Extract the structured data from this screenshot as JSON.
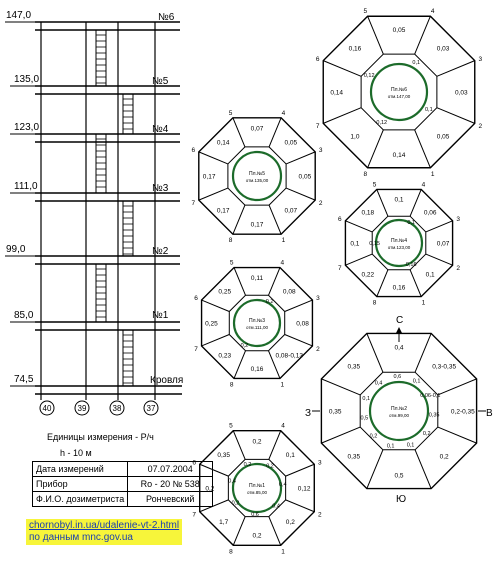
{
  "elevation": {
    "levels": [
      {
        "mark": "147,0",
        "label": "№6"
      },
      {
        "mark": "135,0",
        "label": "№5"
      },
      {
        "mark": "123,0",
        "label": "№4"
      },
      {
        "mark": "111,0",
        "label": "№3"
      },
      {
        "mark": "99,0",
        "label": "№2"
      },
      {
        "mark": "85,0",
        "label": "№1"
      }
    ],
    "roof_mark": "74,5",
    "roof_label": "Кровля",
    "axes": [
      "40",
      "39",
      "38",
      "37"
    ]
  },
  "legend": {
    "units": "Единицы измерения - Р/ч",
    "height": "h - 10 м"
  },
  "meta": {
    "date_label": "Дата измерений",
    "date_value": "07.07.2004",
    "device_label": "Прибор",
    "device_value": "Ro - 20 № 538",
    "person_label": "Ф.И.О. дозиметриста",
    "person_value": "Рончевский"
  },
  "source": {
    "url": "chornobyl.in.ua/udalenie-vt-2.html",
    "note": "по данным mnc.gov.ua"
  },
  "compass": {
    "north": "С",
    "south": "Ю",
    "west": "З",
    "east": "В"
  },
  "plans": [
    {
      "title": "Пл.№6",
      "elev": "отм.147,00",
      "segments": [
        "0,05",
        "0,03",
        "0,03",
        "0,05",
        "0,14",
        "1,0",
        "0,14",
        "0,16"
      ],
      "inner": [
        "0,1",
        "0,1",
        "0,12",
        "0,12"
      ],
      "corners": [
        "5",
        "4",
        "3",
        "2",
        "1",
        "8",
        "7",
        "6"
      ]
    },
    {
      "title": "Пл.№5",
      "elev": "отм.135,00",
      "segments": [
        "0,07",
        "0,05",
        "0,05",
        "0,07",
        "0,17",
        "0,17",
        "0,17",
        "0,14"
      ],
      "inner": [],
      "corners": [
        "5",
        "4",
        "3",
        "2",
        "1",
        "8",
        "7",
        "6"
      ]
    },
    {
      "title": "Пл.№4",
      "elev": "отм.123,00",
      "segments": [
        "0,1",
        "0,06",
        "0,07",
        "0,1",
        "0,16",
        "0,22",
        "0,1",
        "0,18"
      ],
      "inner": [
        "0,1",
        "0,16",
        "0,15"
      ],
      "corners": [
        "5",
        "4",
        "3",
        "2",
        "1",
        "8",
        "7",
        "6"
      ]
    },
    {
      "title": "Пл.№3",
      "elev": "отм.111,00",
      "segments": [
        "0,11",
        "0,08",
        "0,08",
        "0,08-0,13",
        "0,16",
        "0,23",
        "0,25",
        "0,25"
      ],
      "inner": [
        "0,2",
        "0,2"
      ],
      "corners": [
        "5",
        "4",
        "3",
        "2",
        "1",
        "8",
        "7",
        "6"
      ]
    },
    {
      "title": "Пл.№2",
      "elev": "отм.99,00",
      "segments": [
        "0,4",
        "0,3-0,35",
        "0,2-0,35",
        "0,2",
        "0,5",
        "0,35",
        "0,35",
        "0,35"
      ],
      "inner": [
        "0,1",
        "0,06-0,1",
        "0,35",
        "0,2",
        "0,1",
        "0,1",
        "0,2",
        "0,5",
        "0,1",
        "0,4",
        "0,6"
      ],
      "corners": []
    },
    {
      "title": "Пл.№1",
      "elev": "отм.85,00",
      "segments": [
        "0,2",
        "0,1",
        "0,12",
        "0,2",
        "0,2",
        "1,7",
        "0,2",
        "0,35"
      ],
      "inner": [
        "0,2",
        "0,4",
        "0,4",
        "0,6",
        "0,2",
        "0,4",
        "0,2"
      ],
      "corners": [
        "5",
        "4",
        "3",
        "2",
        "1",
        "8",
        "7",
        "6"
      ]
    }
  ]
}
